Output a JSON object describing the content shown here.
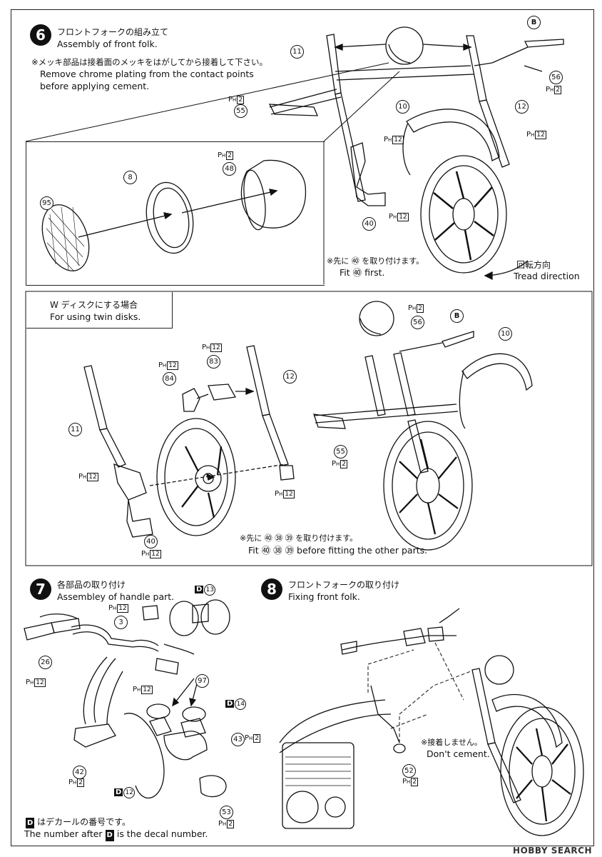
{
  "step6": {
    "number": "6",
    "title_jp": "フロントフォークの組み立て",
    "title_en": "Assembly of front folk.",
    "note_jp": "※メッキ部品は接着面のメッキをはがしてから接着して下さい。",
    "note_en1": "Remove chrome plating from the contact points",
    "note_en2": "before applying cement.",
    "fit_note_jp": "※先に ㊵ を取り付けます。",
    "fit_note_en": "Fit ㊵ first.",
    "tread_jp": "回転方向",
    "tread_en": "Tread direction"
  },
  "twin": {
    "header_jp": "W ディスクにする場合",
    "header_en": "For using twin disks.",
    "fit_note_jp": "※先に ㊵ ㊳ ㊴ を取り付けます。",
    "fit_note_en": "Fit ㊵ ㊳ ㊴ before fitting the other parts."
  },
  "step7": {
    "number": "7",
    "title_jp": "各部品の取り付け",
    "title_en": "Assembley of handle part.",
    "decal_note_jp": "はデカールの番号です。",
    "decal_note_en_a": "The number after",
    "decal_note_en_b": "is the decal number."
  },
  "step8": {
    "number": "8",
    "title_jp": "フロントフォークの取り付け",
    "title_en": "Fixing front folk.",
    "note_jp": "※接着しません。",
    "note_en": "Don't cement."
  },
  "ph_label": "P",
  "ph_sub": "H",
  "decal_letter": "D",
  "letter_b": "B",
  "watermark": "HOBBY SEARCH",
  "callouts": {
    "s6": [
      "11",
      "12",
      "10",
      "55",
      "56",
      "8",
      "48",
      "95",
      "40"
    ],
    "tw": [
      "11",
      "12",
      "10",
      "55",
      "56",
      "83",
      "84",
      "40"
    ],
    "s7": [
      "3",
      "26",
      "97",
      "42",
      "43",
      "53"
    ],
    "s8": [
      "52"
    ]
  },
  "ph_numbers": {
    "n2": "2",
    "n12": "12"
  },
  "decal_numbers": {
    "d13": "13",
    "d14": "14",
    "d12": "12"
  }
}
